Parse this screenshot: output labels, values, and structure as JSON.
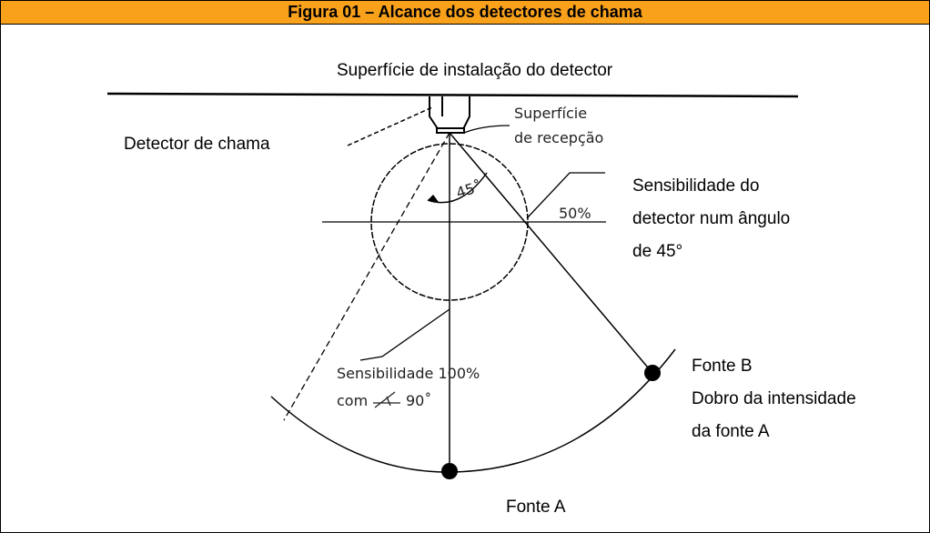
{
  "header": {
    "title": "Figura 01 – Alcance dos detectores de chama"
  },
  "labels": {
    "surface": "Superfície de instalação do detector",
    "detector": "Detector de chama",
    "reception_line1": "Superfície",
    "reception_line2": "de recepção",
    "angle": "45˚",
    "percent50": "50%",
    "sensitivity_line1": "Sensibilidade do",
    "sensitivity_line2": "detector num ângulo",
    "sensitivity_line3": "de 45°",
    "s100_line1": "Sensibilidade 100%",
    "s100_line2_a": "com",
    "s100_line2_b": "90˚",
    "sourceB_line1": "Fonte B",
    "sourceB_line2": "Dobro da intensidade",
    "sourceB_line3": "da fonte A",
    "sourceA": "Fonte A"
  },
  "colors": {
    "header_bg": "#f9a11b",
    "ink": "#000000"
  }
}
